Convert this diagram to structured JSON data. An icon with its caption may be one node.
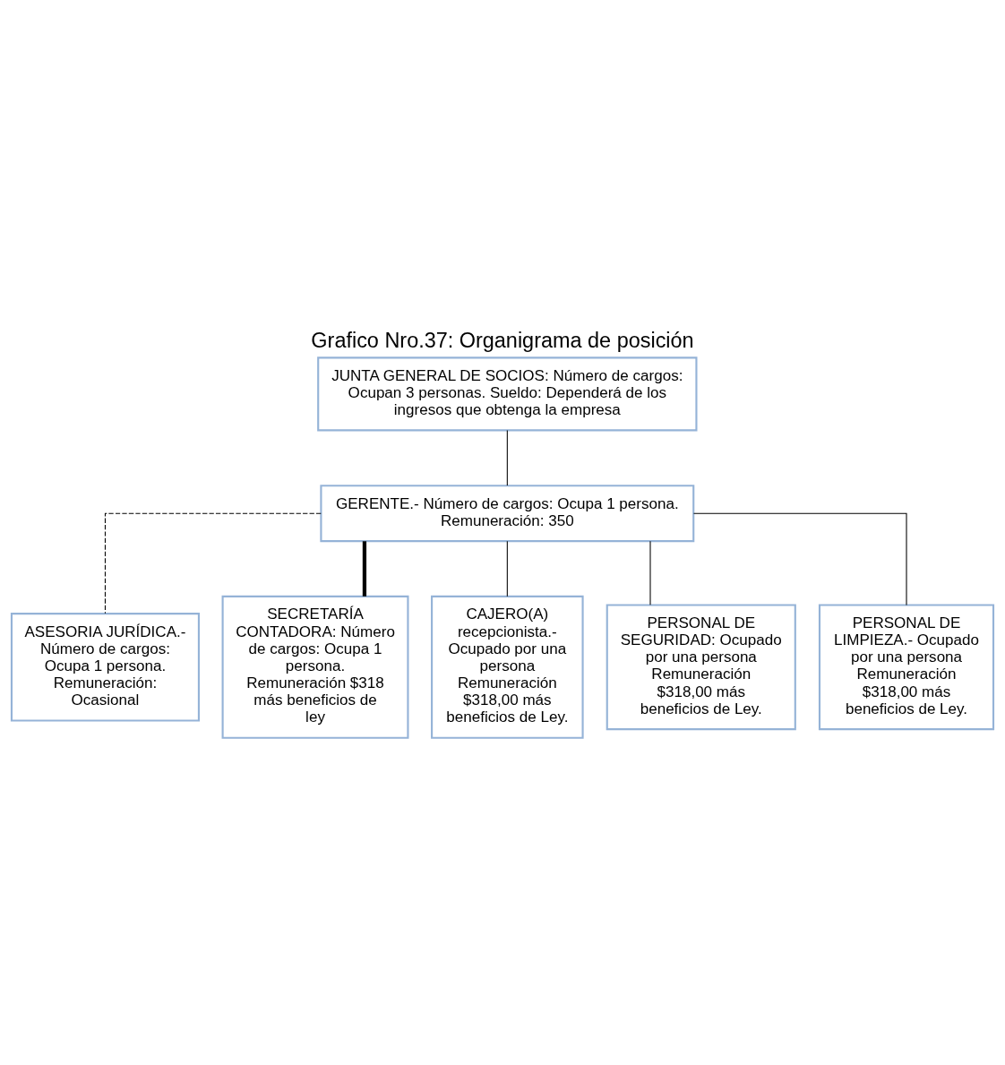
{
  "diagram": {
    "title": "Grafico Nro.37: Organigrama de posición",
    "nodes": [
      {
        "text": [
          "JUNTA GENERAL DE SOCIOS: Número de cargos: Ocupan 3 personas. Sueldo: Dependerá de los ingresos que obtenga la empresa"
        ]
      },
      {
        "text": [
          "GERENTE.- Número de cargos: Ocupa 1 persona. Remuneración: 350"
        ]
      },
      {
        "text": [
          "ASESORIA JURÍDICA.- Número de cargos: Ocupa 1 persona. Remuneración: Ocasional"
        ]
      },
      {
        "text": [
          "SECRETARÍA CONTADORA: Número de cargos: Ocupa 1 persona. Remuneración $318 más beneficios de ley"
        ]
      },
      {
        "text": [
          "CAJERO(A) recepcionista.- Ocupado por una persona Remuneración $318,00 más beneficios de Ley."
        ]
      },
      {
        "text": [
          "PERSONAL DE SEGURIDAD: Ocupado por una persona Remuneración $318,00 más beneficios de Ley."
        ]
      },
      {
        "text": [
          "PERSONAL DE LIMPIEZA.- Ocupado por una persona Remuneración $318,00 más beneficios de Ley."
        ]
      }
    ],
    "edges": [
      {
        "from": 0,
        "to": 1,
        "arrow": "none"
      },
      {
        "from": 1,
        "to": 3,
        "arrow": "none",
        "style": "thick"
      },
      {
        "from": 1,
        "to": 2,
        "arrow": "none",
        "style": "dashed"
      },
      {
        "from": 1,
        "to": 4,
        "arrow": "none"
      },
      {
        "from": 1,
        "to": 5,
        "arrow": "none"
      },
      {
        "from": 1,
        "to": 6,
        "arrow": "none"
      }
    ]
  }
}
